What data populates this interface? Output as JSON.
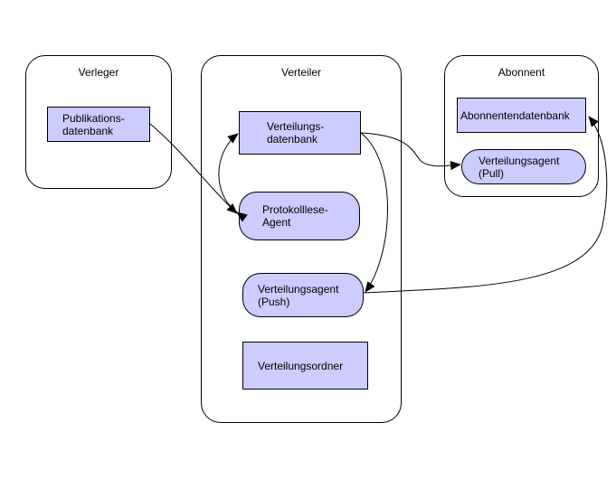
{
  "containers": {
    "publisher": {
      "title": "Verleger"
    },
    "distributor": {
      "title": "Verteiler"
    },
    "subscriber": {
      "title": "Abonnent"
    }
  },
  "nodes": {
    "publication_db": "Publikations-\ndatenbank",
    "distribution_db": "Verteilungs-\ndatenbank",
    "log_reader_agent": "Protokolllese-\nAgent",
    "distribution_agent_push": "Verteilungsagent\n(Push)",
    "distribution_folder": "Verteilungsordner",
    "subscriber_db": "Abonnentendatenbank",
    "distribution_agent_pull": "Verteilungsagent\n(Pull)"
  },
  "colors": {
    "node_fill": "#ccccff",
    "stroke": "#000000",
    "background": "#ffffff"
  }
}
